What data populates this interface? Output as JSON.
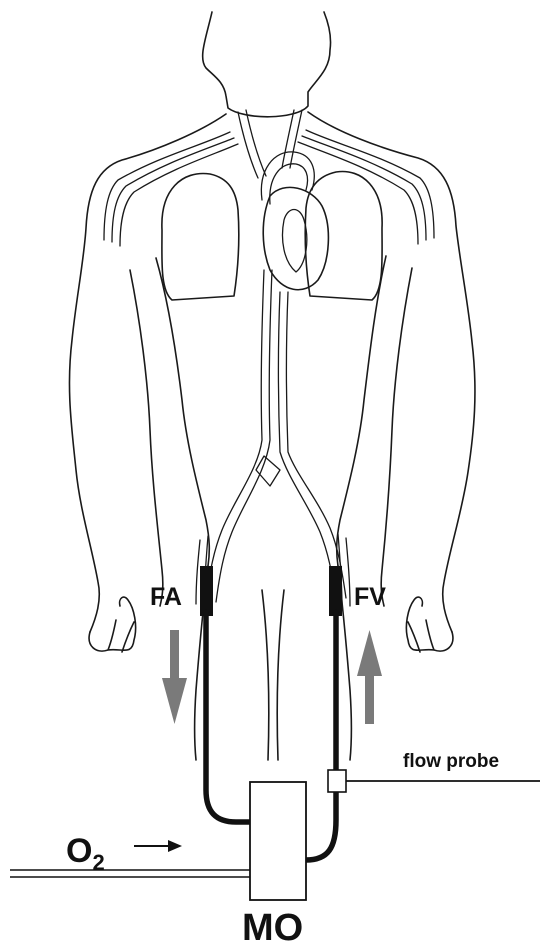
{
  "labels": {
    "fa": "FA",
    "fv": "FV",
    "flow_probe": "flow probe",
    "o2_main": "O",
    "o2_sub": "2",
    "mo": "MO"
  },
  "colors": {
    "ink": "#111111",
    "arrow_gray": "#7a7a7a",
    "background": "#ffffff"
  },
  "icons": {
    "fa_arrow": "arrow-down",
    "fv_arrow": "arrow-up",
    "o2_arrow": "arrow-right"
  }
}
